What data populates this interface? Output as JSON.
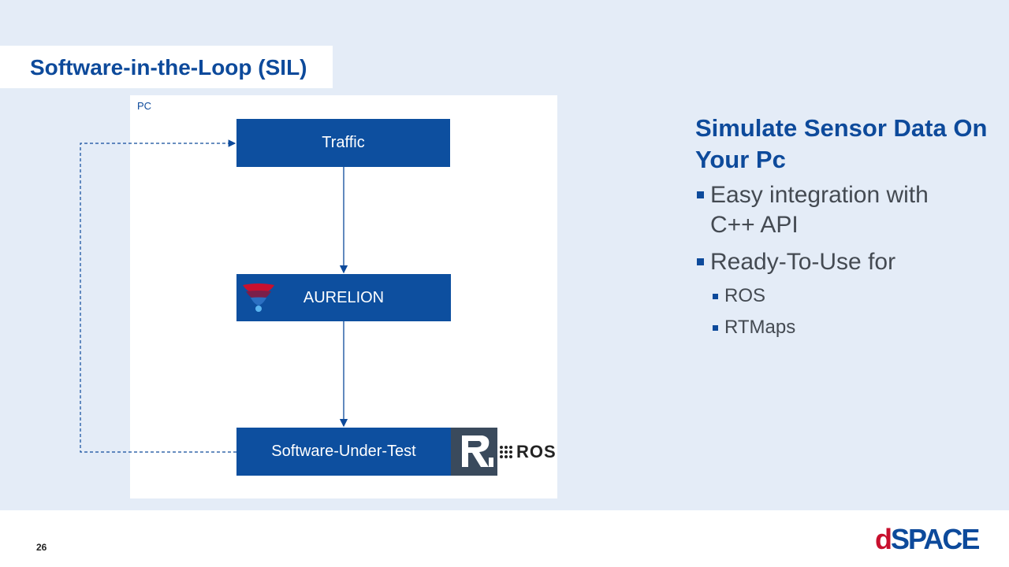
{
  "slide": {
    "title": "Software-in-the-Loop (SIL)",
    "page_number": "26"
  },
  "diagram": {
    "container_label": "PC",
    "blocks": {
      "traffic": "Traffic",
      "aurelion": "AURELION",
      "software_under_test": "Software-Under-Test"
    },
    "logos": {
      "rtmaps_icon": "rtmaps-logo-icon",
      "ros_text": "ROS",
      "aurelion_icon": "aurelion-logo-icon"
    },
    "colors": {
      "block_fill": "#0d4f9f",
      "arrow": "#0d4a9b",
      "background": "#e4ecf7"
    }
  },
  "sidebar": {
    "heading": "Simulate Sensor Data On Your Pc",
    "bullets": [
      {
        "text": "Easy integration with C++ API"
      },
      {
        "text": "Ready-To-Use for"
      }
    ],
    "sub_bullets": [
      {
        "text": "ROS"
      },
      {
        "text": "RTMaps"
      }
    ]
  },
  "brand": {
    "logo_d": "d",
    "logo_rest": "SPACE"
  }
}
